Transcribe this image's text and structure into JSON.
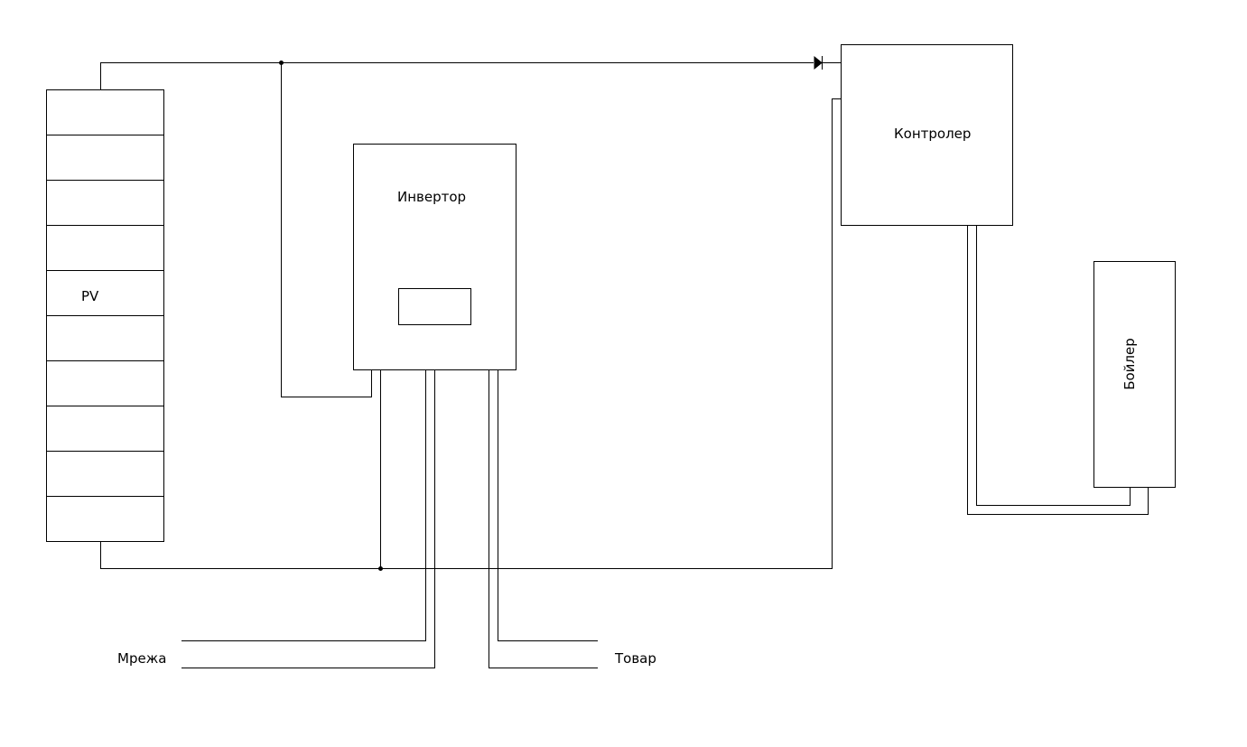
{
  "labels": {
    "pv": "PV",
    "inverter": "Инвертор",
    "controller": "Контролер",
    "boiler": "Бойлер",
    "grid": "Мрежа",
    "load": "Товар"
  },
  "colors": {
    "line": "#000000",
    "background": "#ffffff"
  }
}
